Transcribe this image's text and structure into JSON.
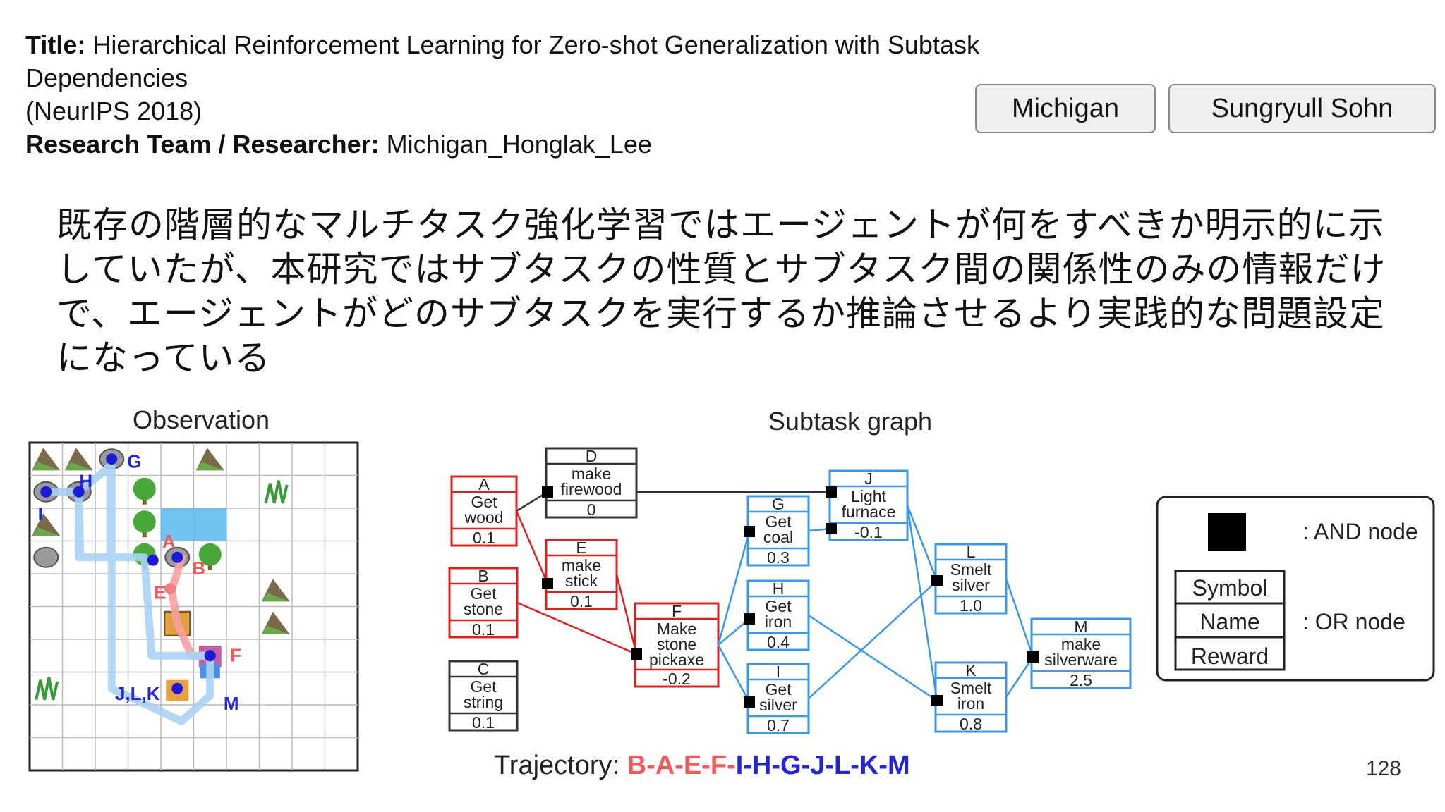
{
  "header": {
    "title_label": "Title:",
    "title_text": "Hierarchical Reinforcement Learning for Zero-shot Generalization with Subtask Dependencies",
    "title_venue": "(NeurIPS 2018)",
    "team_label": "Research Team / Researcher:",
    "team_text": "Michigan_Honglak_Lee"
  },
  "chips": [
    "Michigan",
    "Sungryull Sohn"
  ],
  "description": "既存の階層的なマルチタスク強化学習ではエージェントが何をすべきか明示的に示していたが、本研究ではサブタスクの性質とサブタスク間の関係性のみの情報だけで、エージェントがどのサブタスクを実行するか推論させるより実践的な問題設定になっている",
  "figure": {
    "observation_title": "Observation",
    "graph_title": "Subtask graph",
    "grid_labels": [
      "H",
      "G",
      "I",
      "A",
      "B",
      "E",
      "F",
      "J,L,K",
      "M"
    ],
    "nodes": [
      {
        "sym": "A",
        "name": [
          "Get",
          "wood"
        ],
        "reward": "0.1",
        "color": "red"
      },
      {
        "sym": "B",
        "name": [
          "Get",
          "stone"
        ],
        "reward": "0.1",
        "color": "red"
      },
      {
        "sym": "C",
        "name": [
          "Get",
          "string"
        ],
        "reward": "0.1",
        "color": "black"
      },
      {
        "sym": "D",
        "name": [
          "make",
          "firewood"
        ],
        "reward": "0",
        "color": "black"
      },
      {
        "sym": "E",
        "name": [
          "make",
          "stick"
        ],
        "reward": "0.1",
        "color": "red"
      },
      {
        "sym": "F",
        "name": [
          "Make",
          "stone",
          "pickaxe"
        ],
        "reward": "-0.2",
        "color": "red"
      },
      {
        "sym": "G",
        "name": [
          "Get",
          "coal"
        ],
        "reward": "0.3",
        "color": "blue"
      },
      {
        "sym": "H",
        "name": [
          "Get",
          "iron"
        ],
        "reward": "0.4",
        "color": "blue"
      },
      {
        "sym": "I",
        "name": [
          "Get",
          "silver"
        ],
        "reward": "0.7",
        "color": "blue"
      },
      {
        "sym": "J",
        "name": [
          "Light",
          "furnace"
        ],
        "reward": "-0.1",
        "color": "blue"
      },
      {
        "sym": "L",
        "name": [
          "Smelt",
          "silver"
        ],
        "reward": "1.0",
        "color": "blue"
      },
      {
        "sym": "K",
        "name": [
          "Smelt",
          "iron"
        ],
        "reward": "0.8",
        "color": "blue"
      },
      {
        "sym": "M",
        "name": [
          "make",
          "silverware"
        ],
        "reward": "2.5",
        "color": "blue"
      }
    ],
    "legend": {
      "and_label": ": AND node",
      "or_label": ": OR node",
      "symbol": "Symbol",
      "name": "Name",
      "reward": "Reward"
    },
    "trajectory_label": "Trajectory:",
    "trajectory_red": "B-A-E-F-",
    "trajectory_blue": "I-H-G-J-L-K-M"
  },
  "page_number": "128",
  "colors": {
    "red": "#e02020",
    "blue": "#3a98e8",
    "dark_blue": "#2525d8",
    "black": "#333333",
    "traj_red": "#f05a5a"
  }
}
